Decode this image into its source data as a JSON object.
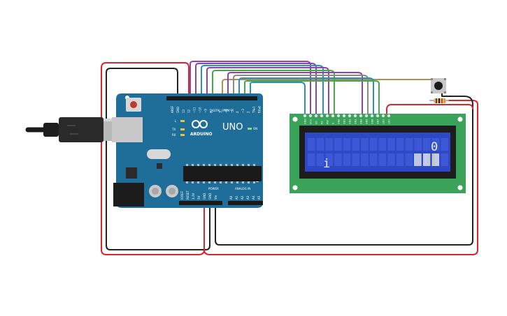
{
  "arduino": {
    "brand": "ARDUINO",
    "model": "UNO",
    "on_label": "ON",
    "digital_label": "DIGITAL (PWM ~)",
    "power_label": "POWER",
    "analog_label": "ANALOG IN",
    "top_header_pins": [
      "AREF",
      "GND",
      "13",
      "12",
      "~11",
      "~10",
      "~9",
      "8",
      "7",
      "~6",
      "~5",
      "4",
      "~3",
      "2",
      "TX▸1",
      "RX◂0"
    ],
    "power_pins": [
      "IOREF",
      "RESET",
      "3.3V",
      "5V",
      "GND",
      "GND",
      "Vin"
    ],
    "analog_pins": [
      "A0",
      "A1",
      "A2",
      "A3",
      "A4",
      "A5"
    ],
    "led_labels": [
      "L",
      "TX",
      "RX"
    ]
  },
  "lcd": {
    "pin_labels": [
      "GND",
      "VCC",
      "V0",
      "RS",
      "RW",
      "E",
      "DB0",
      "DB1",
      "DB2",
      "DB3",
      "DB4",
      "DB5",
      "DB6",
      "DB7",
      "LED",
      "LED"
    ],
    "row1_right_char": "0",
    "row2_left_char": "i"
  },
  "colors": {
    "wire_red": "#d9262c",
    "wire_black": "#222222",
    "wire_purple": "#8e44ad",
    "wire_blue": "#2a8fc9",
    "wire_green": "#3fae49",
    "wire_gray": "#8a8a8a",
    "wire_brown": "#b08d57",
    "board_blue": "#1f6e99",
    "lcd_pcb": "#3aa35a",
    "lcd_screen": "#2f49c4"
  }
}
